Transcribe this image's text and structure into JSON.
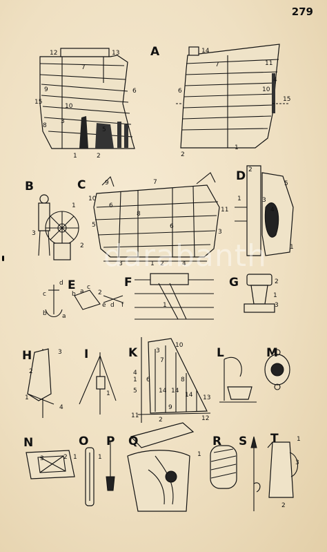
{
  "page_number": "279",
  "watermark": "darabanth",
  "figure_letters": [
    "A",
    "B",
    "C",
    "D",
    "E",
    "F",
    "G",
    "H",
    "I",
    "K",
    "L",
    "M",
    "N",
    "O",
    "P",
    "Q",
    "R",
    "S",
    "T"
  ],
  "callouts": {
    "A_left": [
      "12",
      "13",
      "7",
      "9",
      "6",
      "15",
      "10",
      "3",
      "8",
      "5",
      "1",
      "2"
    ],
    "A_right": [
      "14",
      "7",
      "11",
      "6",
      "4",
      "10",
      "15",
      "2",
      "1"
    ],
    "B": [
      "1",
      "3",
      "2"
    ],
    "C": [
      "9",
      "7",
      "10",
      "6",
      "8",
      "5",
      "6",
      "11",
      "3",
      "3",
      "1",
      "2",
      "4"
    ],
    "D": [
      "2",
      "1",
      "5",
      "3",
      "4",
      "1"
    ],
    "E": [
      "d",
      "c",
      "b",
      "a",
      "a",
      "c",
      "b",
      "2",
      "e",
      "d",
      "f"
    ],
    "F": [
      "1"
    ],
    "G": [
      "2",
      "1",
      "3"
    ],
    "H": [
      "3",
      "2",
      "1",
      "4"
    ],
    "I": [
      "1"
    ],
    "K": [
      "3",
      "10",
      "7",
      "4",
      "1",
      "6",
      "8",
      "5",
      "14",
      "14",
      "14",
      "13",
      "11",
      "2",
      "9",
      "12"
    ],
    "N": [
      "3",
      "2",
      "1"
    ],
    "O": [
      "1"
    ],
    "Q": [
      "1"
    ],
    "T": [
      "1",
      "3",
      "2"
    ]
  }
}
